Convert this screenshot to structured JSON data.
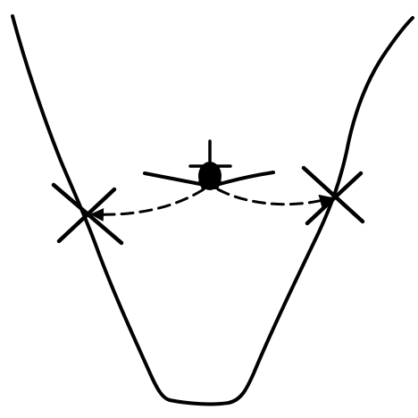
{
  "diagram": {
    "background_color": "#ffffff",
    "ink_color": "#000000",
    "elements": {
      "valley_outline": "valley-outline",
      "aircraft": "airplane-icon",
      "left_mark": "x-mark-icon",
      "right_mark": "x-mark-icon",
      "left_path": "dashed-arrow",
      "right_path": "dashed-arrow"
    }
  }
}
